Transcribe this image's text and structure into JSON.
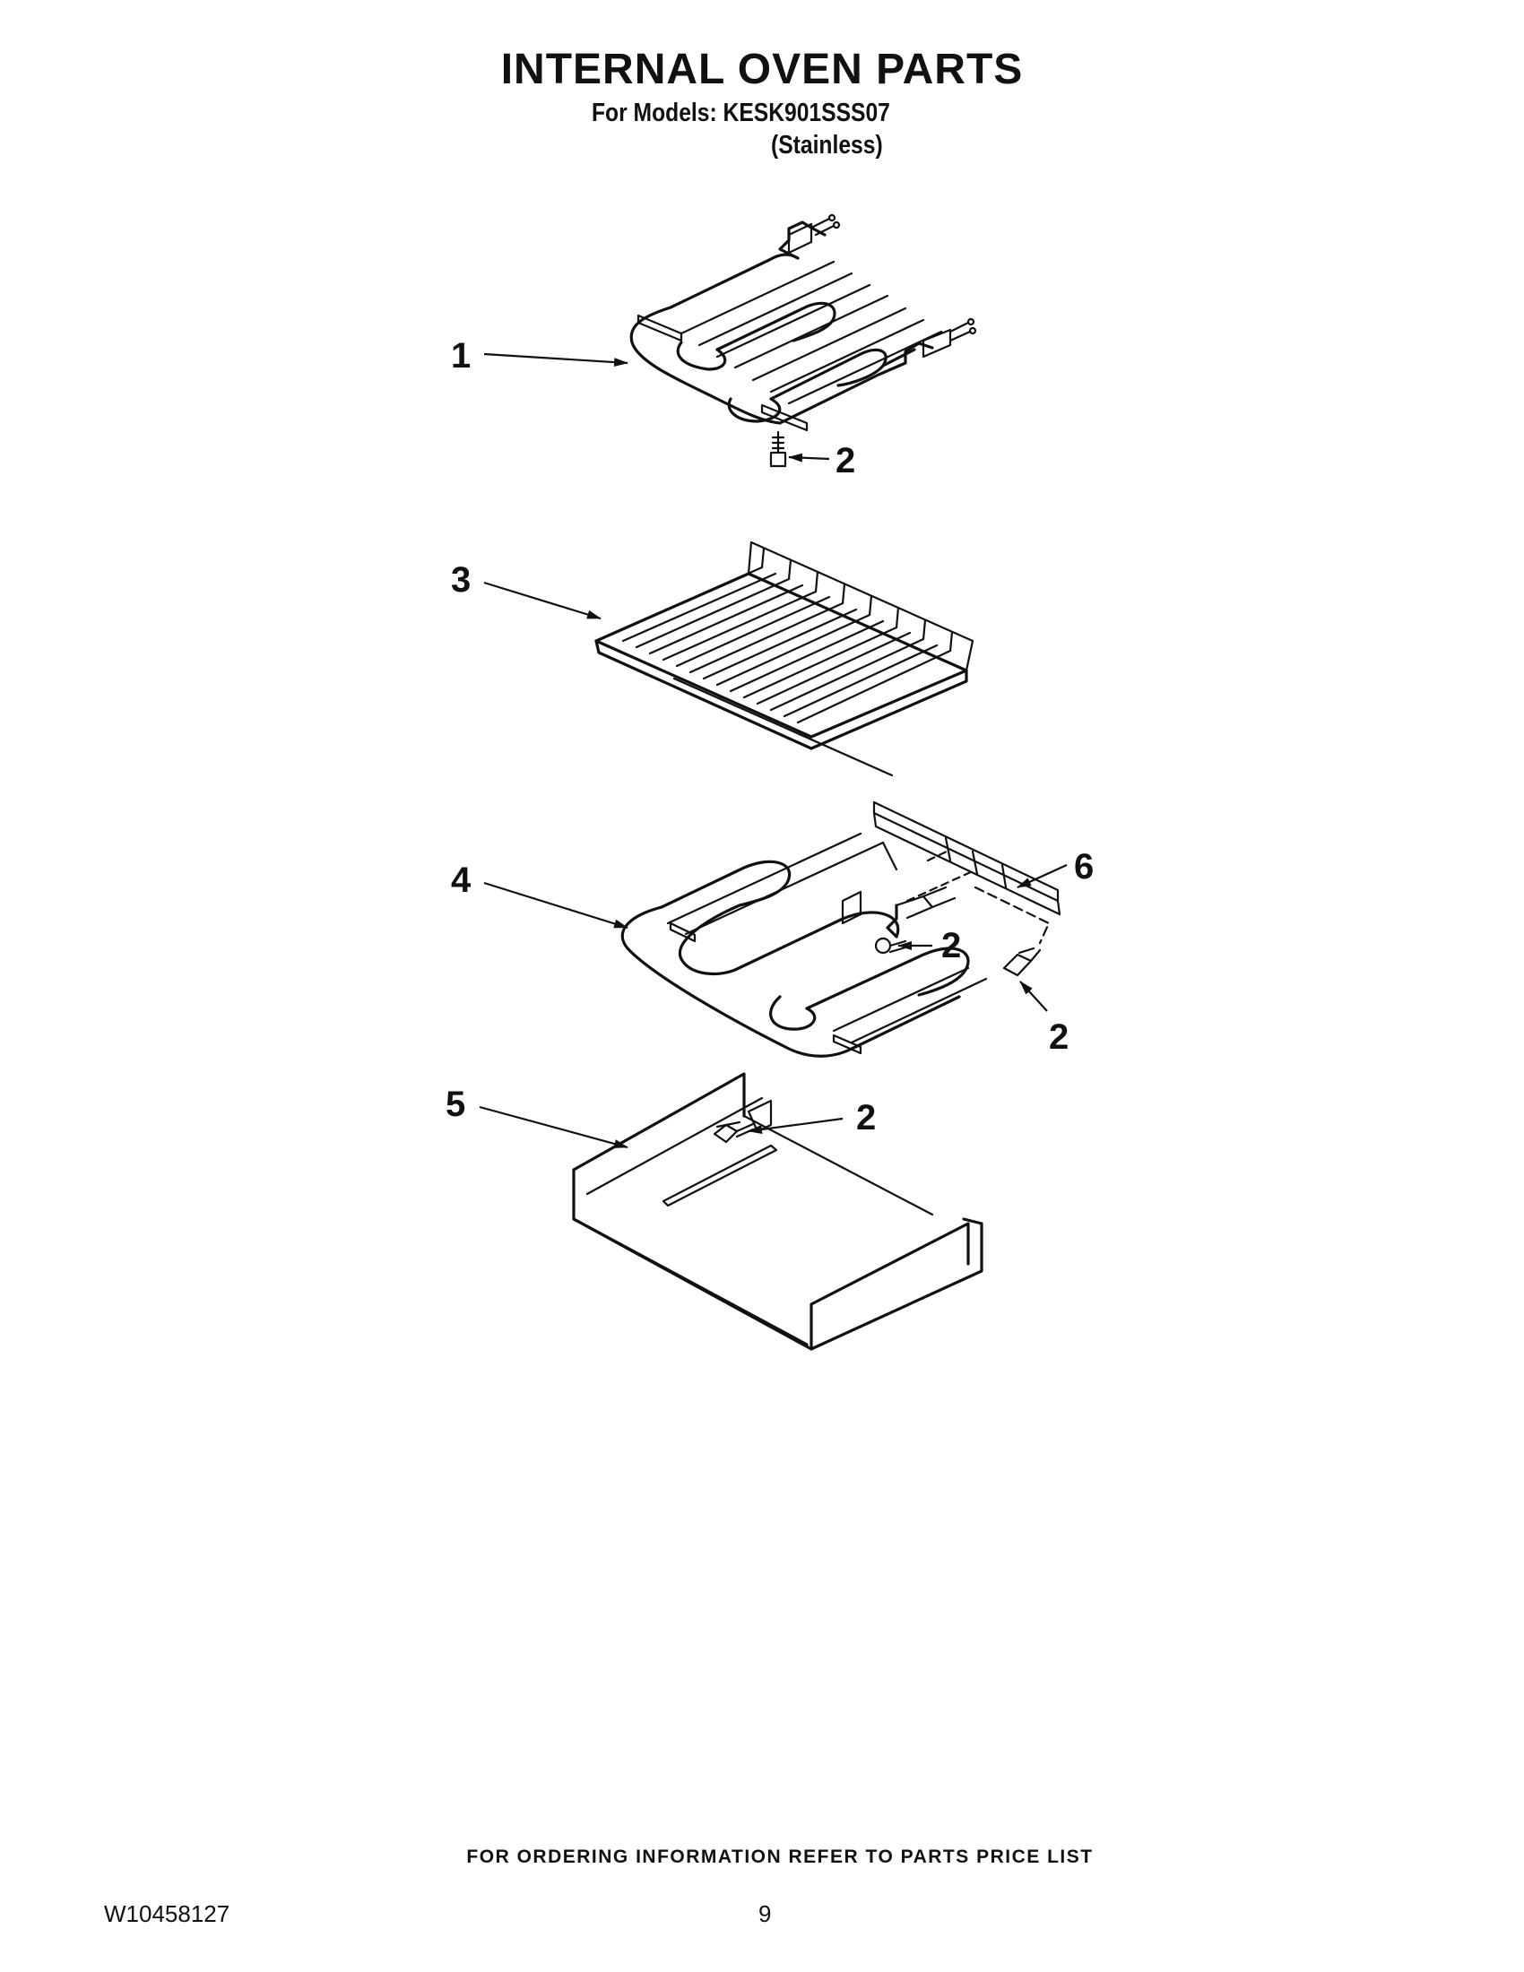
{
  "header": {
    "title": "INTERNAL OVEN PARTS",
    "models_line": "For Models: KESK901SSS07",
    "finish_line": "(Stainless)"
  },
  "callouts": {
    "c1": "1",
    "c2a": "2",
    "c3": "3",
    "c4": "4",
    "c6": "6",
    "c2b": "2",
    "c2c": "2",
    "c5": "5",
    "c2d": "2"
  },
  "footer": {
    "ordering_note": "FOR ORDERING INFORMATION REFER TO PARTS PRICE LIST",
    "document_number": "W10458127",
    "page_number": "9"
  }
}
